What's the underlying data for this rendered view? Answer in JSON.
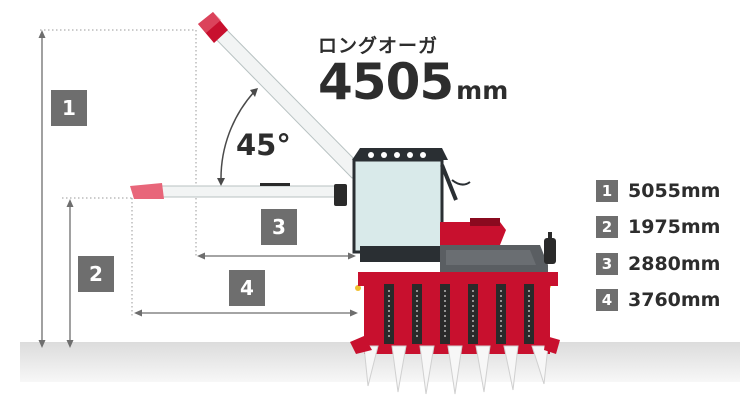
{
  "title": {
    "label": "ロングオーガ",
    "value": "4505",
    "unit": "mm"
  },
  "angle": "45°",
  "markers": [
    "1",
    "2",
    "3",
    "4"
  ],
  "legend": [
    {
      "num": "1",
      "value": "5055mm"
    },
    {
      "num": "2",
      "value": "1975mm"
    },
    {
      "num": "3",
      "value": "2880mm"
    },
    {
      "num": "4",
      "value": "3760mm"
    }
  ],
  "colors": {
    "machine_red": "#c8102e",
    "ground": "#e4e4e4",
    "auger_tip": "#e8667a",
    "cab_glass": "#d9eaea",
    "badge": "#6e6e6e"
  }
}
